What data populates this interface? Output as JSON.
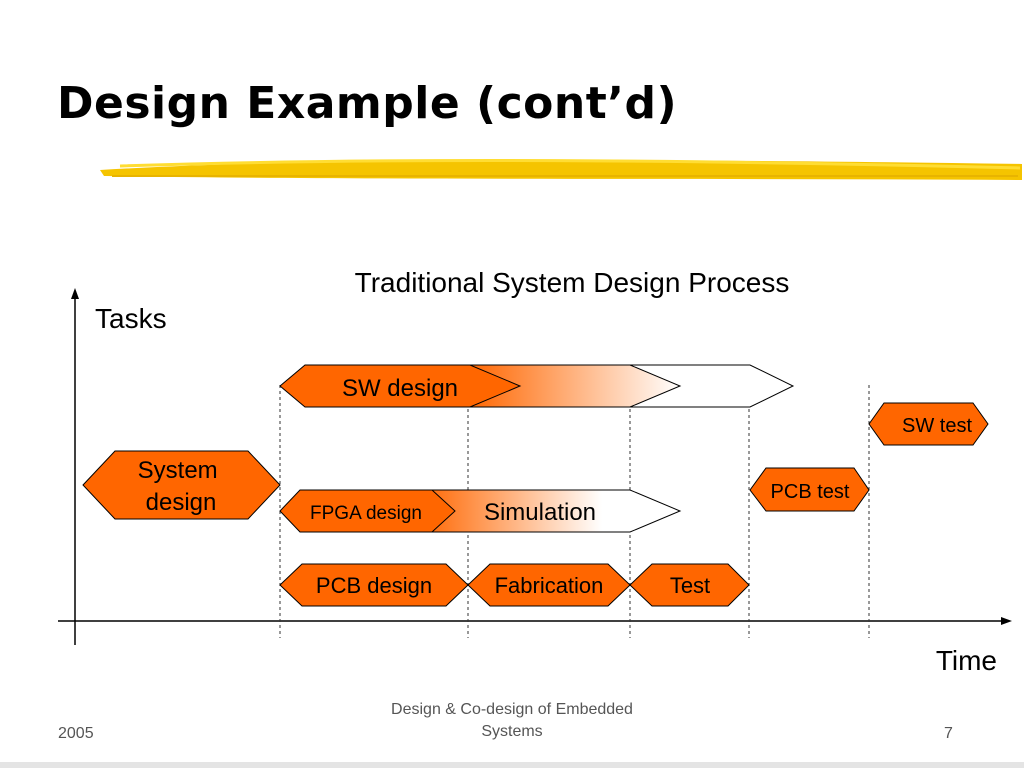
{
  "slide": {
    "title": "Design Example (cont’d)"
  },
  "diagram": {
    "heading": "Traditional System Design Process",
    "y_axis_label": "Tasks",
    "x_axis_label": "Time",
    "tasks": {
      "system_design": [
        "System",
        "design"
      ],
      "sw_design": "SW design",
      "sw_test": "SW test",
      "fpga_design": "FPGA design",
      "simulation": "Simulation",
      "pcb_test": "PCB test",
      "pcb_design": "PCB design",
      "fabrication": "Fabrication",
      "test": "Test"
    },
    "colors": {
      "task_fill": "#ff6600",
      "task_stroke": "#000000",
      "underline": "#f5c400",
      "gradient_end": "#ffffff"
    }
  },
  "footer": {
    "year": "2005",
    "course_line1": "Design & Co-design of Embedded",
    "course_line2": "Systems",
    "page": "7"
  }
}
